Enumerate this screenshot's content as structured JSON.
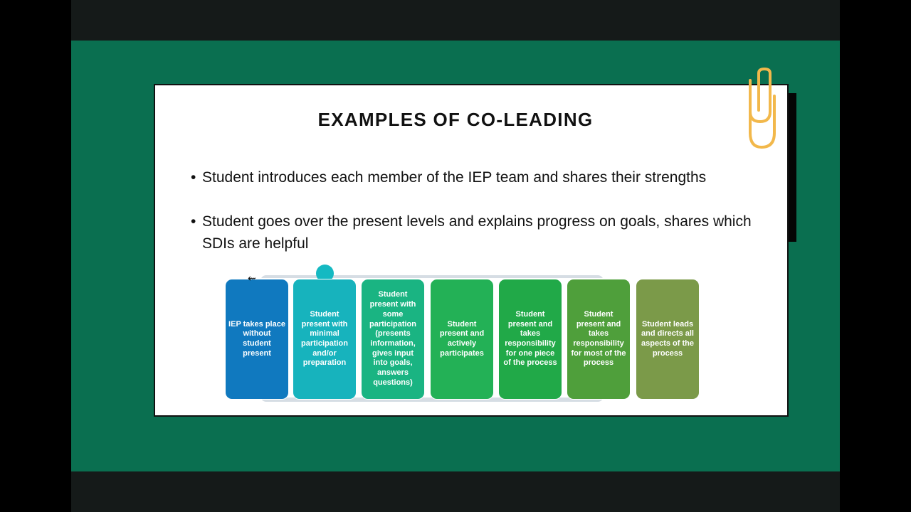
{
  "slide": {
    "title": "EXAMPLES OF CO-LEADING",
    "bullets": [
      "Student introduces each member of the IEP team and shares their strengths",
      "Student goes over the present levels and explains progress on goals, shares which SDIs are helpful"
    ],
    "bullet_glyph": "•",
    "cursor_glyph": "⇜",
    "steps": [
      {
        "label": "IEP takes place without student present",
        "color": "#1079bf"
      },
      {
        "label": "Student present with minimal participation and/or preparation",
        "color": "#17b3bd"
      },
      {
        "label": "Student present with some participation (presents information, gives input into goals, answers questions)",
        "color": "#1ab482"
      },
      {
        "label": "Student present and actively participates",
        "color": "#23b156"
      },
      {
        "label": "Student present and takes responsibility for one piece of the process",
        "color": "#21a948"
      },
      {
        "label": "Student present and takes responsibility for most of the process",
        "color": "#4f9f3b"
      },
      {
        "label": "Student leads and directs all aspects of the process",
        "color": "#7b9a49"
      }
    ]
  },
  "colors": {
    "frame_bg": "#0a6f50",
    "card_bg": "#ffffff",
    "clip": "#f2b84b"
  },
  "icons": {
    "decoration": "paperclip-icon",
    "cursor": "mouse-cursor-icon"
  }
}
